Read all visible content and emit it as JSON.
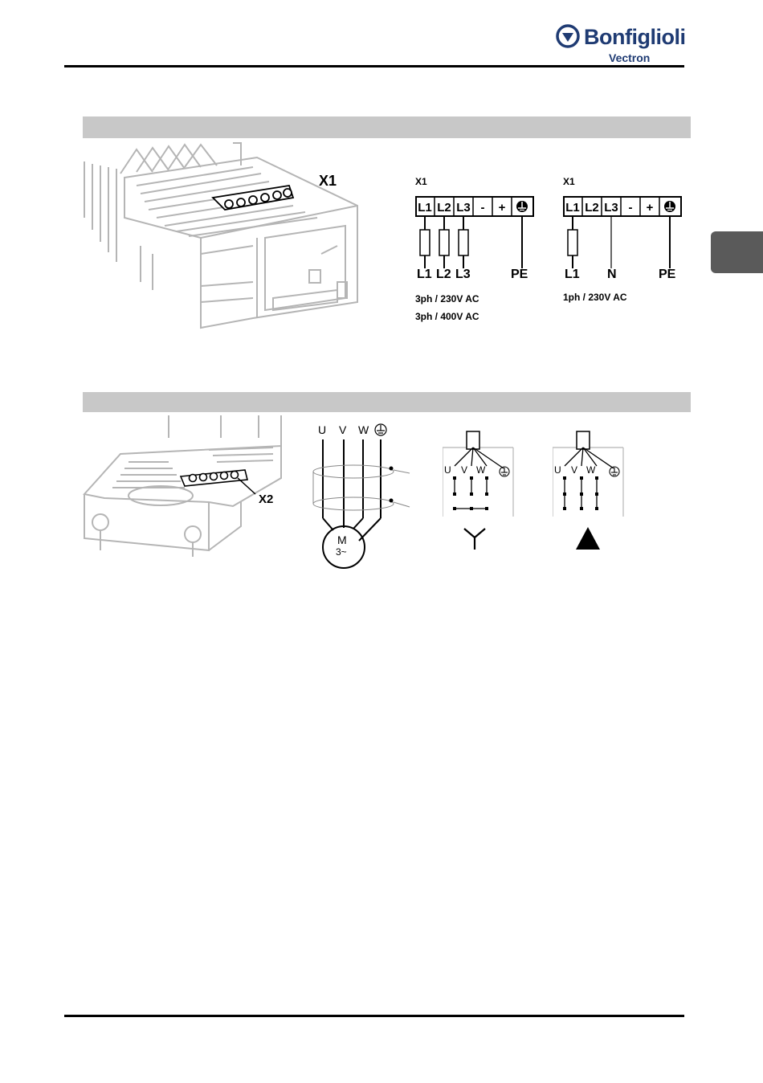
{
  "header": {
    "brand_name": "Bonfiglioli",
    "brand_sub": "Vectron"
  },
  "section1": {
    "device_terminal_label": "X1",
    "diagram_3ph": {
      "block_label": "X1",
      "terminals": [
        "L1",
        "L2",
        "L3",
        "-",
        "+",
        "⏚"
      ],
      "lines": [
        "L1",
        "L2",
        "L3",
        "PE"
      ],
      "spec_lines": [
        "3ph / 230V AC",
        "3ph / 400V AC"
      ]
    },
    "diagram_1ph": {
      "block_label": "X1",
      "terminals": [
        "L1",
        "L2",
        "L3",
        "-",
        "+",
        "⏚"
      ],
      "lines": [
        "L1",
        "N",
        "PE"
      ],
      "spec_lines": [
        "1ph / 230V AC"
      ]
    }
  },
  "section2": {
    "device_terminal_label": "X2",
    "motor": {
      "phases": [
        "U",
        "V",
        "W"
      ],
      "motor_label": "M",
      "motor_sub": "3~"
    },
    "star_box": {
      "phases": [
        "U",
        "V",
        "W"
      ]
    },
    "delta_box": {
      "phases": [
        "U",
        "V",
        "W"
      ]
    }
  },
  "colors": {
    "brand": "#1f3b73",
    "section_bar": "#c8c8c8",
    "side_tab": "#5a5a5a",
    "drawing_gray": "#b5b5b5"
  }
}
